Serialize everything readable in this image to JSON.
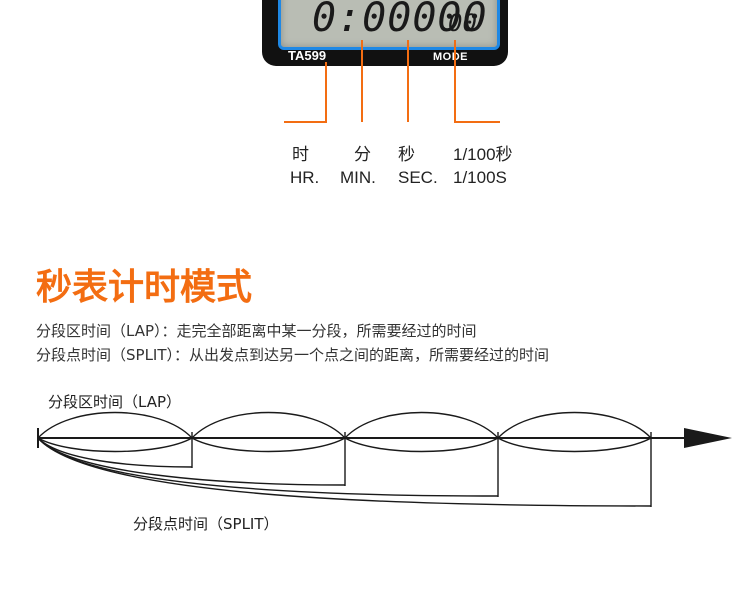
{
  "device": {
    "lcd_main": "0:00000",
    "lcd_sub": "00",
    "model": "TA599",
    "mode_label": "MODE"
  },
  "digit_labels": [
    {
      "cn": "时",
      "en": "HR."
    },
    {
      "cn": "分",
      "en": "MIN."
    },
    {
      "cn": "秒",
      "en": "SEC."
    },
    {
      "cn": "1/100秒",
      "en": "1/100S"
    }
  ],
  "section": {
    "title": "秒表计时模式",
    "lap_desc": "分段区时间（LAP）：走完全部距离中某一分段，所需要经过的时间",
    "split_desc": "分段点时间（SPLIT）：从出发点到达另一个点之间的距离，所需要经过的时间"
  },
  "diagram": {
    "lap_label": "分段区时间（LAP）",
    "split_label": "分段点时间（SPLIT）"
  },
  "colors": {
    "accent_orange": "#f36d12",
    "lcd_border_blue": "#1e88e5",
    "device_body": "#111111"
  }
}
